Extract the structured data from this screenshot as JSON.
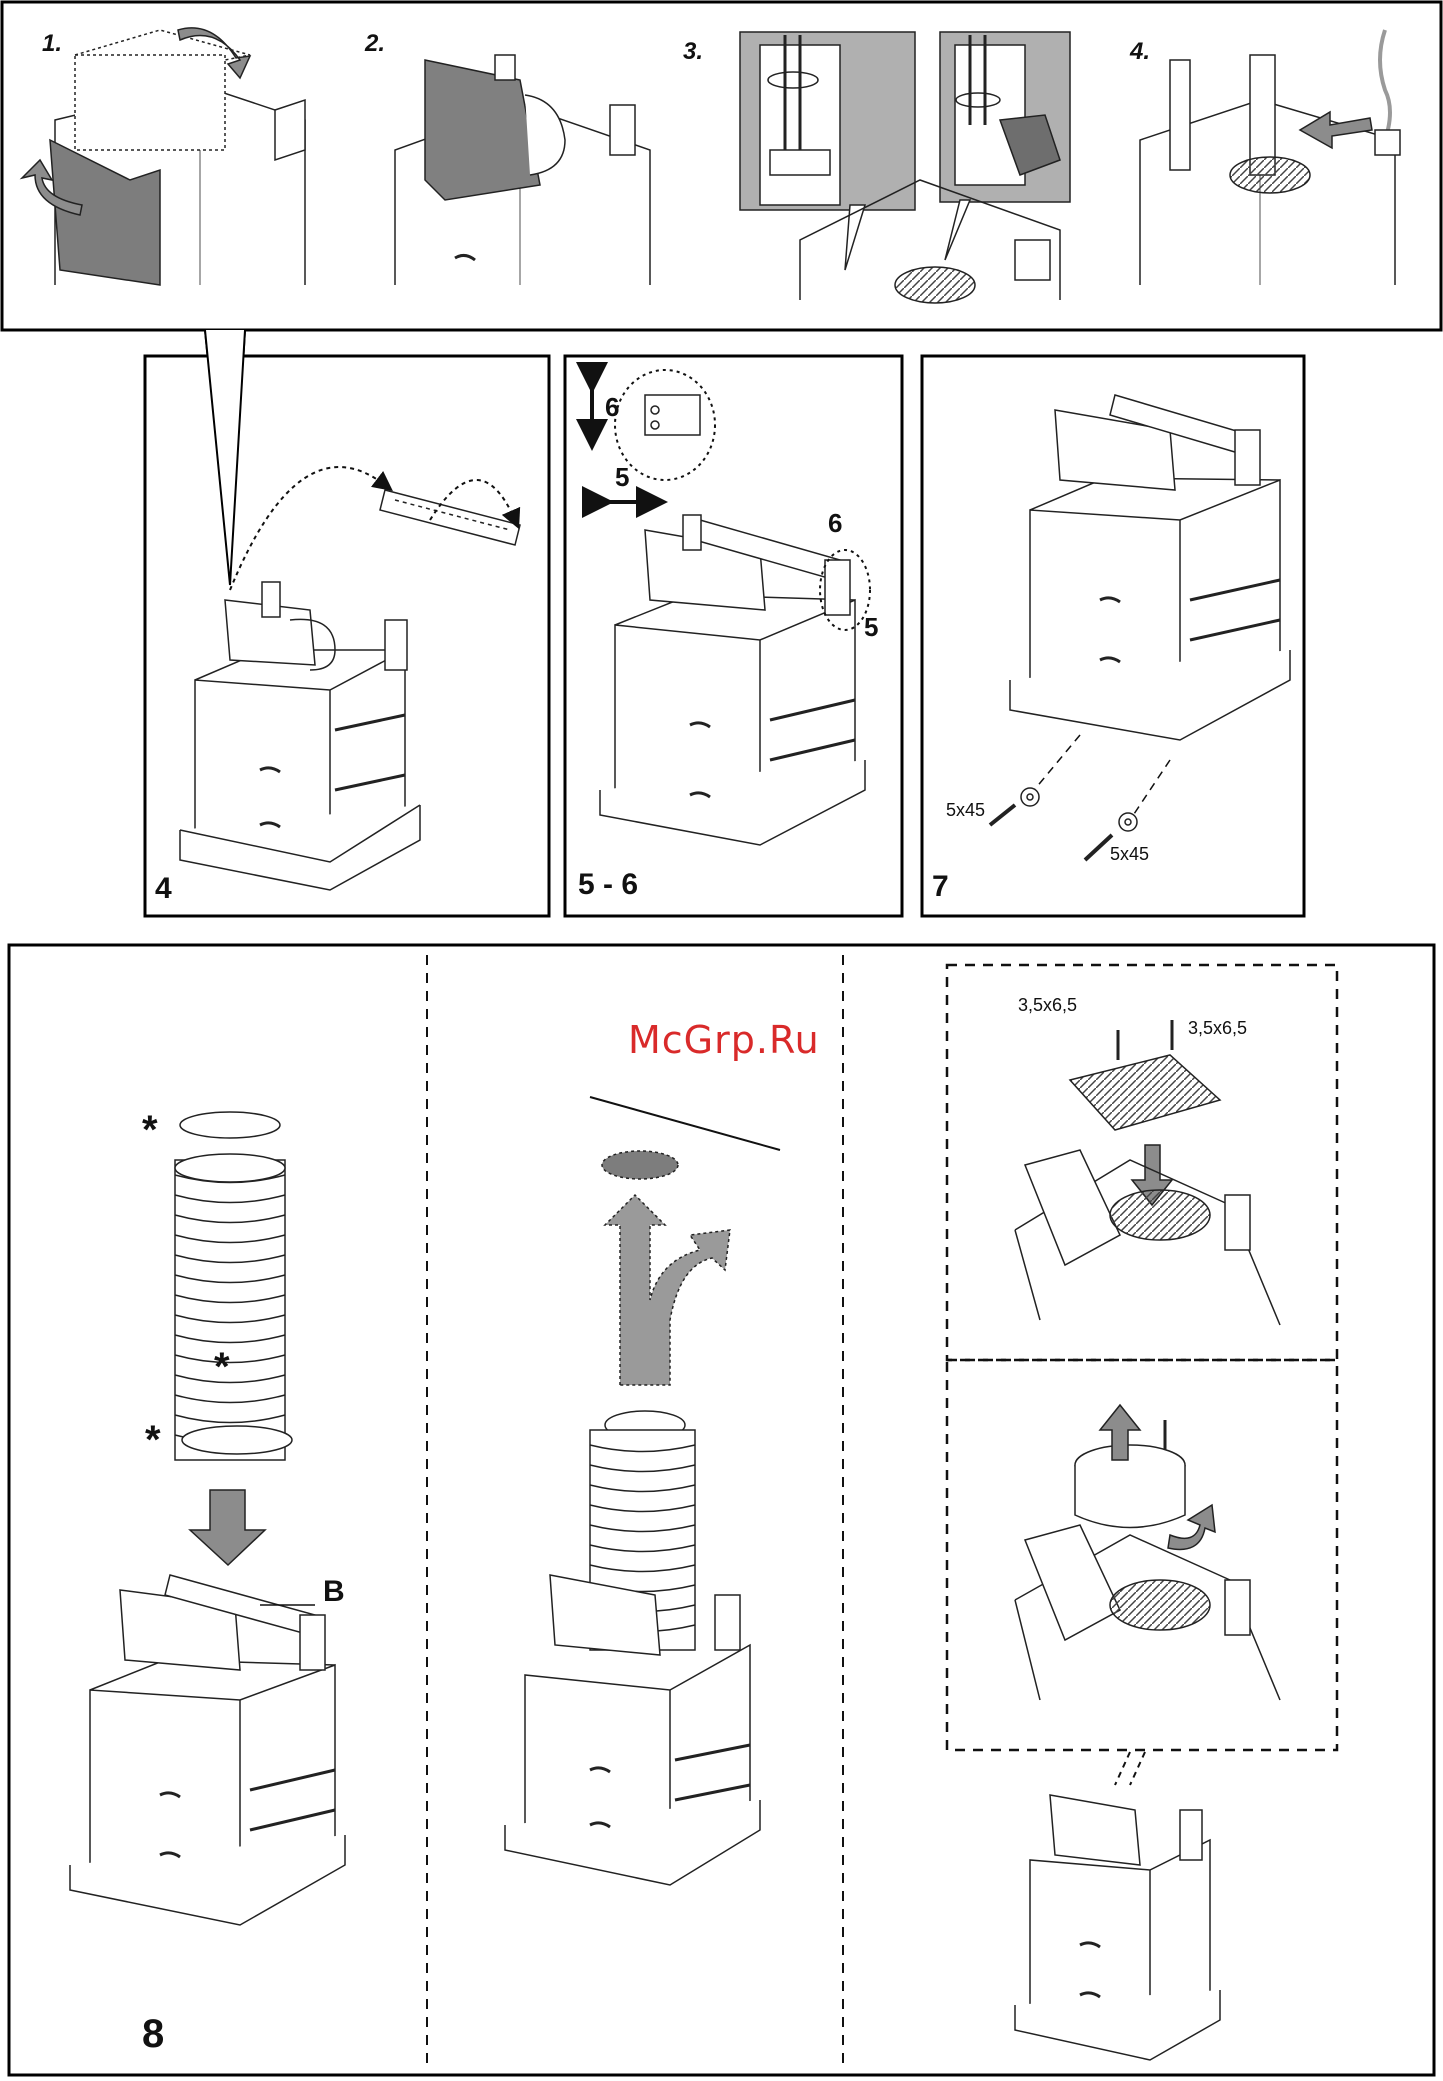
{
  "top_panel": {
    "steps": [
      {
        "label": "1."
      },
      {
        "label": "2."
      },
      {
        "label": "3."
      },
      {
        "label": "4."
      }
    ]
  },
  "middle_panels": [
    {
      "label": "4"
    },
    {
      "label": "5 - 6",
      "callouts": [
        "6",
        "5",
        "6",
        "5"
      ]
    },
    {
      "label": "7",
      "screws": [
        "5x45",
        "5x45"
      ]
    }
  ],
  "bottom_panel": {
    "label": "8",
    "callout_b": "B",
    "asterisks": [
      "*",
      "*",
      "*"
    ],
    "screws": [
      "3,5x6,5",
      "3,5x6,5"
    ]
  },
  "watermark": "McGrp.Ru",
  "colors": {
    "accent_gray": "#8c8c8c",
    "light_gray": "#bdbdbd",
    "watermark": "#d92a2a"
  }
}
